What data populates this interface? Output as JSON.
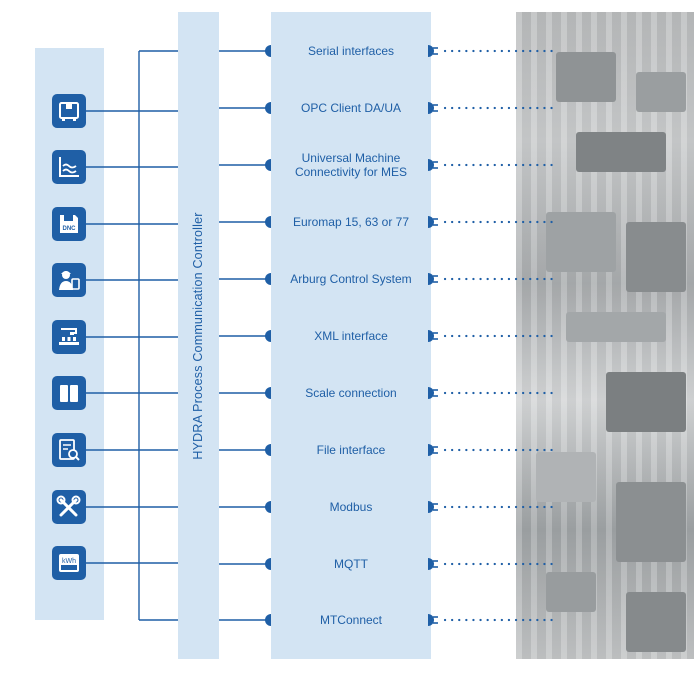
{
  "colors": {
    "accent": "#1f5fa6",
    "panel": "#d3e4f3",
    "line": "#1f5fa6"
  },
  "controller": {
    "label": "HYDRA Process Communication Controller"
  },
  "devices": [
    {
      "icon": "machine-terminal-icon"
    },
    {
      "icon": "process-chart-icon"
    },
    {
      "icon": "dnc-disk-icon"
    },
    {
      "icon": "operator-worker-icon"
    },
    {
      "icon": "production-line-icon"
    },
    {
      "icon": "container-icon"
    },
    {
      "icon": "document-search-icon"
    },
    {
      "icon": "tools-icon"
    },
    {
      "icon": "energy-meter-icon",
      "label": "kWh"
    }
  ],
  "disk_label": "DNC",
  "interfaces": [
    {
      "label": "Serial interfaces"
    },
    {
      "label": "OPC Client DA/UA"
    },
    {
      "label": "Universal Machine Connectivity for MES"
    },
    {
      "label": "Euromap 15, 63 or 77"
    },
    {
      "label": "Arburg Control System"
    },
    {
      "label": "XML interface"
    },
    {
      "label": "Scale connection"
    },
    {
      "label": "File interface"
    },
    {
      "label": "Modbus"
    },
    {
      "label": "MQTT"
    },
    {
      "label": "MTConnect"
    }
  ]
}
